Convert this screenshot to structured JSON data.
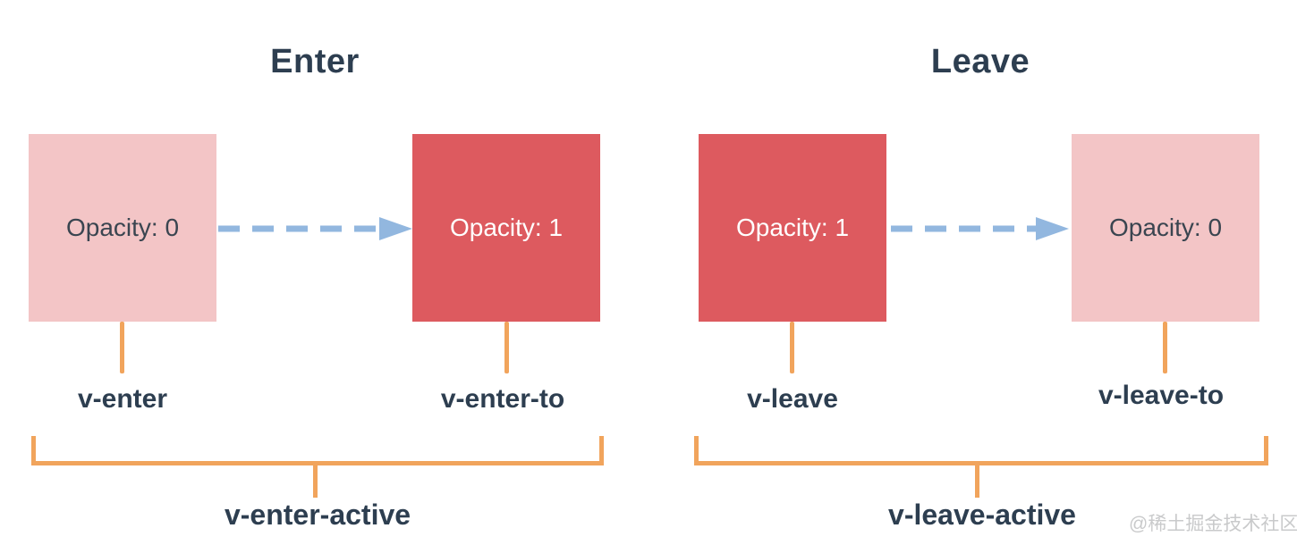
{
  "sections": [
    {
      "title": "Enter",
      "from_box": {
        "label": "Opacity: 0",
        "style": "faded"
      },
      "to_box": {
        "label": "Opacity: 1",
        "style": "solid"
      },
      "from_label": "v-enter",
      "to_label": "v-enter-to",
      "active_label": "v-enter-active"
    },
    {
      "title": "Leave",
      "from_box": {
        "label": "Opacity: 1",
        "style": "solid"
      },
      "to_box": {
        "label": "Opacity: 0",
        "style": "faded"
      },
      "from_label": "v-leave",
      "to_label": "v-leave-to",
      "active_label": "v-leave-active"
    }
  ],
  "watermark": "@稀土掘金技术社区",
  "colors": {
    "box_faded_pink": "#f3c5c6",
    "box_solid_red": "#dd5a5f",
    "arrow_blue": "#92b7df",
    "bracket_orange": "#f1a45c",
    "text_navy": "#2d3e50",
    "box_text_dark": "#3a4550",
    "watermark_gray": "#c9cacb"
  }
}
